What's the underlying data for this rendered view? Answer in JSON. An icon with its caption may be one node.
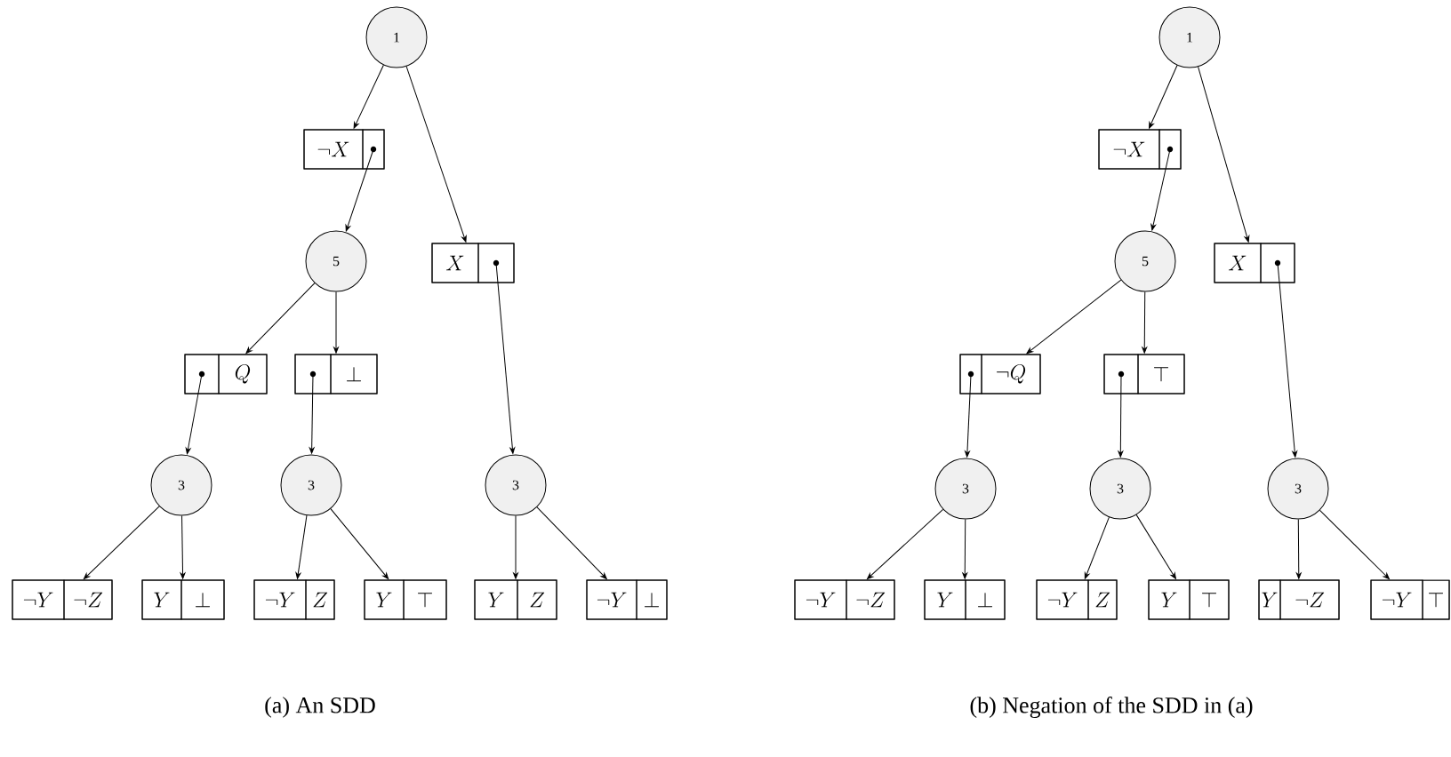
{
  "diagram": {
    "nodes": [
      {
        "text": [
          "1"
        ]
      },
      {
        "text": [],
        "shape": "box"
      },
      {
        "text": [
          "\\neg X"
        ],
        "in": 1
      },
      {
        "text": [],
        "shape": "dot",
        "in": 1
      },
      {
        "text": [
          "5"
        ]
      },
      {
        "text": [],
        "shape": "box"
      },
      {
        "text": [
          "X"
        ],
        "in": 5
      },
      {
        "text": [],
        "shape": "dot",
        "in": 5
      },
      {
        "text": [],
        "shape": "box"
      },
      {
        "text": [],
        "shape": "dot",
        "in": 8
      },
      {
        "text": [
          "Q"
        ],
        "in": 8
      },
      {
        "text": [],
        "shape": "box"
      },
      {
        "text": [],
        "shape": "dot",
        "in": 11
      },
      {
        "text": [
          "\\bot"
        ],
        "in": 11
      },
      {
        "text": [
          "3"
        ]
      },
      {
        "text": [
          "3"
        ]
      },
      {
        "text": [
          "3"
        ]
      },
      {
        "text": [],
        "shape": "box"
      },
      {
        "text": [
          "\\neg Y"
        ],
        "in": 17
      },
      {
        "text": [
          "\\neg Z"
        ],
        "in": 17
      },
      {
        "text": [],
        "shape": "box"
      },
      {
        "text": [
          "Y"
        ],
        "in": 20
      },
      {
        "text": [
          "\\bot"
        ],
        "in": 20
      },
      {
        "text": [],
        "shape": "box"
      },
      {
        "text": [
          "\\neg Y"
        ],
        "in": 23
      },
      {
        "text": [
          "Z"
        ],
        "in": 23
      },
      {
        "text": [],
        "shape": "box"
      },
      {
        "text": [
          "Y"
        ],
        "in": 26
      },
      {
        "text": [
          "\\top"
        ],
        "in": 26
      },
      {
        "text": [],
        "shape": "box"
      },
      {
        "text": [
          "Y"
        ],
        "in": 29
      },
      {
        "text": [
          "Z"
        ],
        "in": 29
      },
      {
        "text": [],
        "shape": "box"
      },
      {
        "text": [
          "\\neg Y"
        ],
        "in": 32
      },
      {
        "text": [
          "\\bot"
        ],
        "in": 32
      },
      {
        "text": [
          "1"
        ]
      },
      {
        "text": [],
        "shape": "box"
      },
      {
        "text": [
          "\\neg X"
        ],
        "in": 36
      },
      {
        "text": [],
        "shape": "dot",
        "in": 36
      },
      {
        "text": [
          "5"
        ]
      },
      {
        "text": [],
        "shape": "box"
      },
      {
        "text": [
          "X"
        ],
        "in": 40
      },
      {
        "text": [],
        "shape": "dot",
        "in": 40
      },
      {
        "text": [],
        "shape": "box"
      },
      {
        "text": [],
        "shape": "dot",
        "in": 43
      },
      {
        "text": [
          "\\neg Q"
        ],
        "in": 43
      },
      {
        "text": [],
        "shape": "box"
      },
      {
        "text": [],
        "shape": "dot",
        "in": 46
      },
      {
        "text": [
          "\\top"
        ],
        "in": 46
      },
      {
        "text": [
          "3"
        ]
      },
      {
        "text": [
          "3"
        ]
      },
      {
        "text": [
          "3"
        ]
      },
      {
        "text": [],
        "shape": "box"
      },
      {
        "text": [
          "\\neg Y"
        ],
        "in": 52
      },
      {
        "text": [
          "\\neg Z"
        ],
        "in": 52
      },
      {
        "text": [],
        "shape": "box"
      },
      {
        "text": [
          "Y"
        ],
        "in": 55
      },
      {
        "text": [
          "\\bot"
        ],
        "in": 55
      },
      {
        "text": [],
        "shape": "box"
      },
      {
        "text": [
          "\\neg Y"
        ],
        "in": 58
      },
      {
        "text": [
          "Z"
        ],
        "in": 58
      },
      {
        "text": [],
        "shape": "box"
      },
      {
        "text": [
          "Y"
        ],
        "in": 61
      },
      {
        "text": [
          "\\top"
        ],
        "in": 61
      },
      {
        "text": [],
        "shape": "box"
      },
      {
        "text": [
          "Y"
        ],
        "in": 64
      },
      {
        "text": [
          "\\neg Z"
        ],
        "in": 64
      },
      {
        "text": [],
        "shape": "box"
      },
      {
        "text": [
          "\\neg Y"
        ],
        "in": 67
      },
      {
        "text": [
          "\\top"
        ],
        "in": 67
      }
    ],
    "edges": [
      {
        "from": 0,
        "to": 1,
        "arrow": "to"
      },
      {
        "from": 0,
        "to": 5,
        "arrow": "to"
      },
      {
        "from": 3,
        "to": 4,
        "arrow": "to"
      },
      {
        "from": 4,
        "to": 8,
        "arrow": "to"
      },
      {
        "from": 4,
        "to": 11,
        "arrow": "to"
      },
      {
        "from": 7,
        "to": 16,
        "arrow": "to"
      },
      {
        "from": 9,
        "to": 14,
        "arrow": "to"
      },
      {
        "from": 12,
        "to": 15,
        "arrow": "to"
      },
      {
        "from": 14,
        "to": 17,
        "arrow": "to"
      },
      {
        "from": 14,
        "to": 20,
        "arrow": "to"
      },
      {
        "from": 15,
        "to": 23,
        "arrow": "to"
      },
      {
        "from": 15,
        "to": 26,
        "arrow": "to"
      },
      {
        "from": 16,
        "to": 29,
        "arrow": "to"
      },
      {
        "from": 16,
        "to": 32,
        "arrow": "to"
      },
      {
        "from": 35,
        "to": 36,
        "arrow": "to"
      },
      {
        "from": 35,
        "to": 40,
        "arrow": "to"
      },
      {
        "from": 38,
        "to": 39,
        "arrow": "to"
      },
      {
        "from": 39,
        "to": 43,
        "arrow": "to"
      },
      {
        "from": 39,
        "to": 46,
        "arrow": "to"
      },
      {
        "from": 42,
        "to": 51,
        "arrow": "to"
      },
      {
        "from": 44,
        "to": 49,
        "arrow": "to"
      },
      {
        "from": 47,
        "to": 50,
        "arrow": "to"
      },
      {
        "from": 49,
        "to": 52,
        "arrow": "to"
      },
      {
        "from": 49,
        "to": 55,
        "arrow": "to"
      },
      {
        "from": 50,
        "to": 58,
        "arrow": "to"
      },
      {
        "from": 50,
        "to": 61,
        "arrow": "to"
      },
      {
        "from": 51,
        "to": 64,
        "arrow": "to"
      },
      {
        "from": 51,
        "to": 67,
        "arrow": "to"
      }
    ],
    "labels": [
      "(a) An SDD",
      "(b) Negation of the SDD in (a)"
    ]
  }
}
